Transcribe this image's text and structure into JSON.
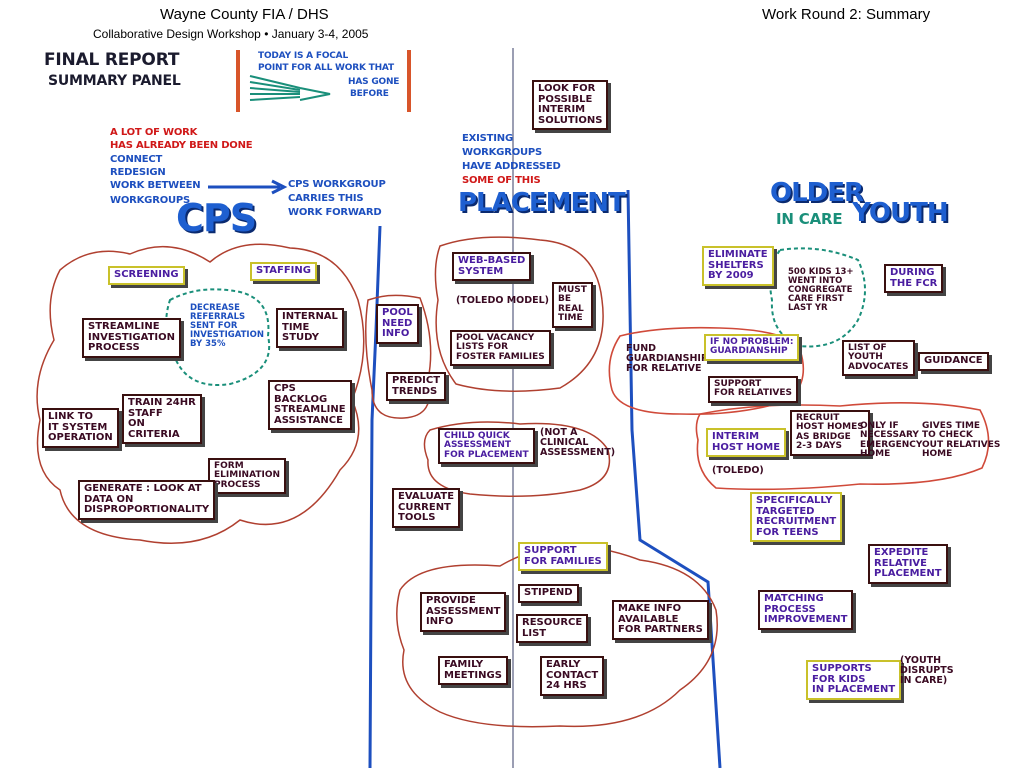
{
  "header": {
    "title_left": "Wayne County FIA / DHS",
    "subtitle_left": "Collaborative Design Workshop •  January 3-4, 2005",
    "title_right": "Work Round 2:  Summary"
  },
  "panel": {
    "line1": "FINAL REPORT",
    "line2": "SUMMARY PANEL",
    "focal_note": [
      "TODAY IS A FOCAL",
      "POINT FOR ALL WORK THAT",
      "HAS GONE",
      "BEFORE"
    ]
  },
  "cps": {
    "note_red": [
      "A LOT OF WORK",
      "HAS ALREADY BEEN DONE"
    ],
    "note_blue": [
      "CONNECT",
      "REDESIGN",
      "WORK BETWEEN",
      "WORKGROUPS"
    ],
    "arrow_note": [
      "CPS WORKGROUP",
      "CARRIES THIS",
      "WORK FORWARD"
    ],
    "heading": "CPS",
    "screening": "SCREENING",
    "staffing": "STAFFING",
    "decrease": [
      "DECREASE",
      "REFERRALS",
      "SENT FOR",
      "INVESTIGATION",
      "BY 35%"
    ],
    "streamline": [
      "STREAMLINE",
      "INVESTIGATION",
      "PROCESS"
    ],
    "internal_time": [
      "INTERNAL",
      "TIME",
      "STUDY"
    ],
    "link_to": [
      "LINK TO",
      "IT SYSTEM",
      "OPERATION"
    ],
    "train": [
      "TRAIN 24HR",
      "STAFF",
      "ON",
      "CRITERIA"
    ],
    "backlog": [
      "CPS",
      "BACKLOG",
      "STREAMLINE",
      "ASSISTANCE"
    ],
    "form_elim": [
      "FORM",
      "ELIMINATION",
      "PROCESS"
    ],
    "generate": [
      "GENERATE : LOOK AT",
      "DATA ON",
      "DISPROPORTIONALITY"
    ]
  },
  "placement": {
    "interim": [
      "LOOK FOR",
      "POSSIBLE",
      "INTERIM",
      "SOLUTIONS"
    ],
    "existing_blue": [
      "EXISTING",
      "WORKGROUPS",
      "HAVE ADDRESSED"
    ],
    "existing_red": "SOME OF THIS",
    "heading": "PLACEMENT",
    "web_based": [
      "WEB-BASED",
      "SYSTEM"
    ],
    "toledo_model": "(TOLEDO MODEL)",
    "must_be": [
      "MUST",
      "BE",
      "REAL",
      "TIME"
    ],
    "pool_need": [
      "POOL",
      "NEED",
      "INFO"
    ],
    "pool_vacancy": [
      "POOL VACANCY",
      "LISTS FOR",
      "FOSTER FAMILIES"
    ],
    "predict": [
      "PREDICT",
      "TRENDS"
    ],
    "child_quick": [
      "CHILD QUICK",
      "ASSESSMENT",
      "FOR PLACEMENT"
    ],
    "not_clinical": [
      "(NOT A",
      "CLINICAL",
      "ASSESSMENT)"
    ],
    "evaluate": [
      "EVALUATE",
      "CURRENT",
      "TOOLS"
    ],
    "support_families": [
      "SUPPORT",
      "FOR FAMILIES"
    ],
    "provide": [
      "PROVIDE",
      "ASSESSMENT",
      "INFO"
    ],
    "stipend": "STIPEND",
    "make_info": [
      "MAKE INFO",
      "AVAILABLE",
      "FOR PARTNERS"
    ],
    "resource": [
      "RESOURCE",
      "LIST"
    ],
    "family_meetings": [
      "FAMILY",
      "MEETINGS"
    ],
    "early_contact": [
      "EARLY",
      "CONTACT",
      "24 HRS"
    ]
  },
  "youth": {
    "heading_older": "OLDER",
    "heading_in_care": "IN CARE",
    "heading_youth": "YOUTH",
    "eliminate": [
      "ELIMINATE",
      "SHELTERS",
      "BY 2009"
    ],
    "kids_note": [
      "500 KIDS 13+",
      "WENT INTO",
      "CONGREGATE",
      "CARE FIRST",
      "LAST YR"
    ],
    "during_fcr": [
      "DURING",
      "THE FCR"
    ],
    "fund_guardianship": [
      "FUND",
      "GUARDIANSHIP",
      "FOR RELATIVE"
    ],
    "if_no_problem": [
      "IF NO PROBLEM:",
      "GUARDIANSHIP"
    ],
    "support_relatives": [
      "SUPPORT",
      "FOR RELATIVES"
    ],
    "list_of_youth": [
      "LIST OF",
      "YOUTH",
      "ADVOCATES"
    ],
    "guidance": "GUIDANCE",
    "interim_host": [
      "INTERIM",
      "HOST HOME"
    ],
    "toledo": "(TOLEDO)",
    "recruit": [
      "RECRUIT",
      "HOST HOMES",
      "AS BRIDGE",
      "2-3 DAYS"
    ],
    "only_if": [
      "ONLY IF",
      "NECESSARY",
      "EMERGENCY",
      "HOME"
    ],
    "gives_time": [
      "GIVES TIME",
      "TO CHECK",
      "OUT RELATIVES",
      "HOME"
    ],
    "specifically": [
      "SPECIFICALLY",
      "TARGETED",
      "RECRUITMENT",
      "FOR TEENS"
    ],
    "expedite": [
      "EXPEDITE",
      "RELATIVE",
      "PLACEMENT"
    ],
    "matching": [
      "MATCHING",
      "PROCESS",
      "IMPROVEMENT"
    ],
    "supports_kids": [
      "SUPPORTS",
      "FOR KIDS",
      "IN PLACEMENT"
    ],
    "youth_disrupts": [
      "(YOUTH",
      "DISRUPTS",
      "IN CARE)"
    ]
  },
  "colors": {
    "ink_maroon": "#3a0a22",
    "ink_purple": "#4a1da0",
    "ink_blue": "#1e5fd0",
    "ink_red": "#d01818",
    "cloud": "#b04030",
    "teal": "#1a8f7a",
    "box_yellow": "#c9c12a"
  }
}
